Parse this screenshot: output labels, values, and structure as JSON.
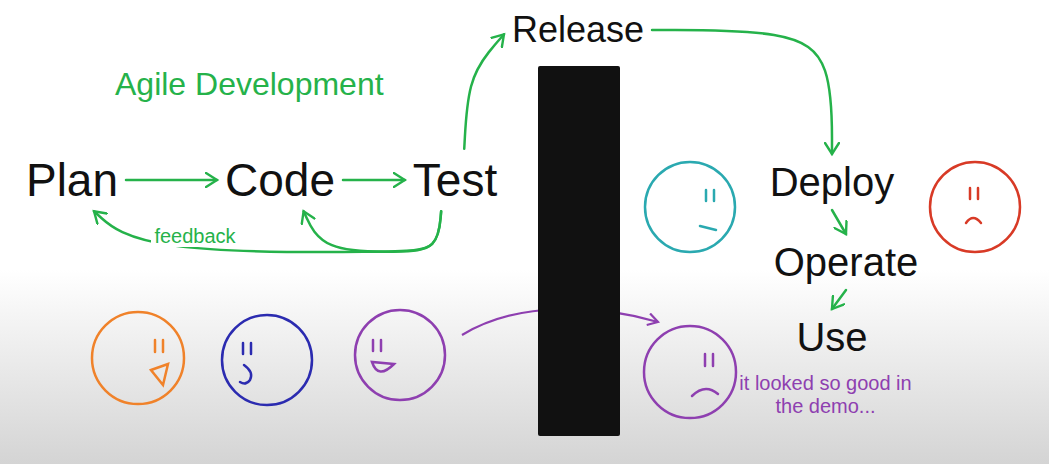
{
  "diagram": {
    "nodes": [
      {
        "text": [
          "Plan"
        ]
      },
      {
        "text": [
          "Code"
        ]
      },
      {
        "text": [
          "Test"
        ]
      },
      {
        "text": [
          "Release"
        ]
      },
      {
        "text": [
          "Deploy"
        ]
      },
      {
        "text": [
          "Operate"
        ]
      },
      {
        "text": [
          "Use"
        ]
      }
    ],
    "edges": [
      {
        "from": 0,
        "to": 1,
        "arrow": "to"
      },
      {
        "from": 1,
        "to": 2,
        "arrow": "to"
      },
      {
        "from": 2,
        "to": 1,
        "arrow": "to"
      },
      {
        "from": 2,
        "to": 0,
        "label": "feedback",
        "arrow": "to"
      },
      {
        "from": 2,
        "to": 3,
        "arrow": "to"
      },
      {
        "from": 3,
        "to": 4,
        "arrow": "to"
      },
      {
        "from": 4,
        "to": 5,
        "arrow": "to"
      },
      {
        "from": 5,
        "to": 6,
        "arrow": "to"
      }
    ],
    "labels": [
      "Agile Development",
      "it looked so good in the demo..."
    ]
  }
}
